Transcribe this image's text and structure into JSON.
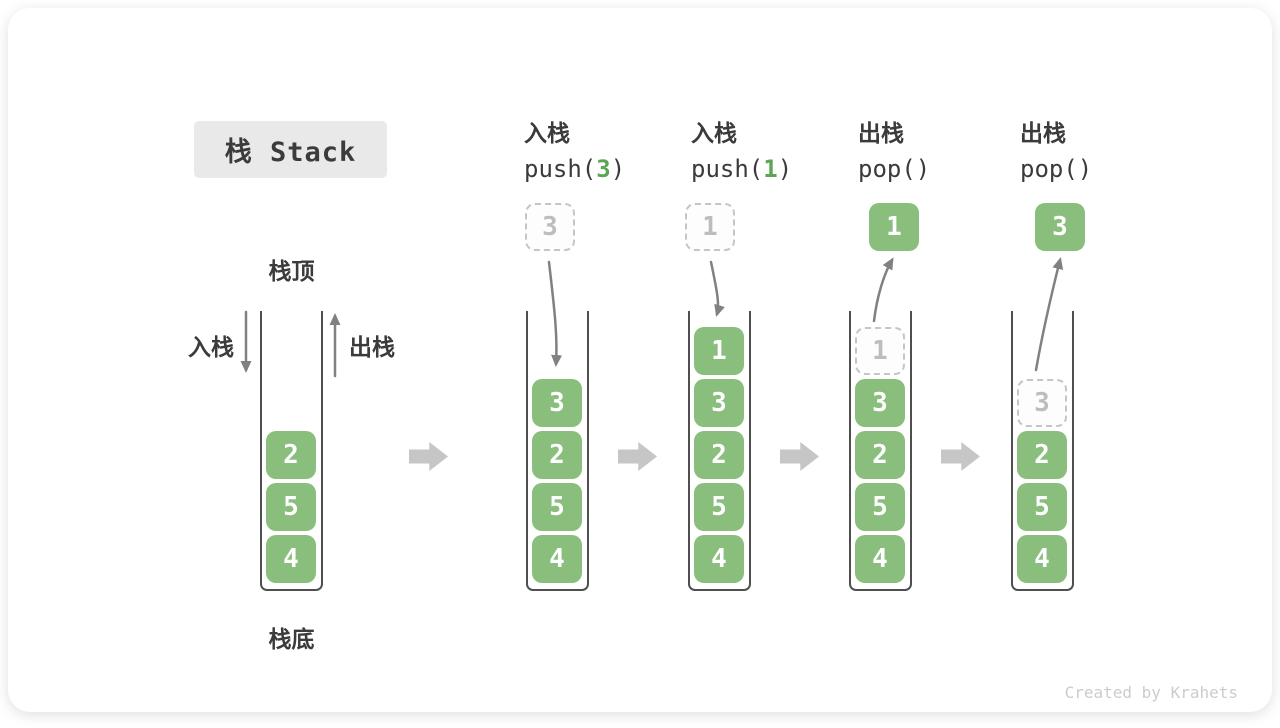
{
  "title": "栈 Stack",
  "labels": {
    "stack_top": "栈顶",
    "stack_bottom": "栈底",
    "push_side": "入栈",
    "pop_side": "出栈"
  },
  "footer": "Created by Krahets",
  "colors": {
    "box_green": "#8ABE7D",
    "code_num_green": "#5BA555",
    "arrow_gray": "#818181",
    "block_arrow_gray": "#C6C6C6",
    "dashed_gray": "#C5C5C5",
    "title_bg": "#E9E9E9",
    "text_dark": "#3B3B3B"
  },
  "steps": [
    {
      "header": null,
      "floating": null,
      "arrow": null,
      "cells": [
        {
          "v": "2",
          "slot": 2,
          "kind": "solid"
        },
        {
          "v": "5",
          "slot": 3,
          "kind": "solid"
        },
        {
          "v": "4",
          "slot": 4,
          "kind": "solid"
        }
      ]
    },
    {
      "header": {
        "zh": "入栈",
        "fn": "push",
        "arg": "3"
      },
      "floating": {
        "v": "3",
        "kind": "dashed"
      },
      "arrow": "push",
      "cells": [
        {
          "v": "3",
          "slot": 1,
          "kind": "solid"
        },
        {
          "v": "2",
          "slot": 2,
          "kind": "solid"
        },
        {
          "v": "5",
          "slot": 3,
          "kind": "solid"
        },
        {
          "v": "4",
          "slot": 4,
          "kind": "solid"
        }
      ]
    },
    {
      "header": {
        "zh": "入栈",
        "fn": "push",
        "arg": "1"
      },
      "floating": {
        "v": "1",
        "kind": "dashed"
      },
      "arrow": "push",
      "cells": [
        {
          "v": "1",
          "slot": 0,
          "kind": "solid"
        },
        {
          "v": "3",
          "slot": 1,
          "kind": "solid"
        },
        {
          "v": "2",
          "slot": 2,
          "kind": "solid"
        },
        {
          "v": "5",
          "slot": 3,
          "kind": "solid"
        },
        {
          "v": "4",
          "slot": 4,
          "kind": "solid"
        }
      ]
    },
    {
      "header": {
        "zh": "出栈",
        "fn": "pop",
        "arg": ""
      },
      "floating": {
        "v": "1",
        "kind": "solid"
      },
      "arrow": "pop",
      "cells": [
        {
          "v": "1",
          "slot": 0,
          "kind": "dashed"
        },
        {
          "v": "3",
          "slot": 1,
          "kind": "solid"
        },
        {
          "v": "2",
          "slot": 2,
          "kind": "solid"
        },
        {
          "v": "5",
          "slot": 3,
          "kind": "solid"
        },
        {
          "v": "4",
          "slot": 4,
          "kind": "solid"
        }
      ]
    },
    {
      "header": {
        "zh": "出栈",
        "fn": "pop",
        "arg": ""
      },
      "floating": {
        "v": "3",
        "kind": "solid"
      },
      "arrow": "pop",
      "cells": [
        {
          "v": "3",
          "slot": 1,
          "kind": "dashed"
        },
        {
          "v": "2",
          "slot": 2,
          "kind": "solid"
        },
        {
          "v": "5",
          "slot": 3,
          "kind": "solid"
        },
        {
          "v": "4",
          "slot": 4,
          "kind": "solid"
        }
      ]
    }
  ]
}
